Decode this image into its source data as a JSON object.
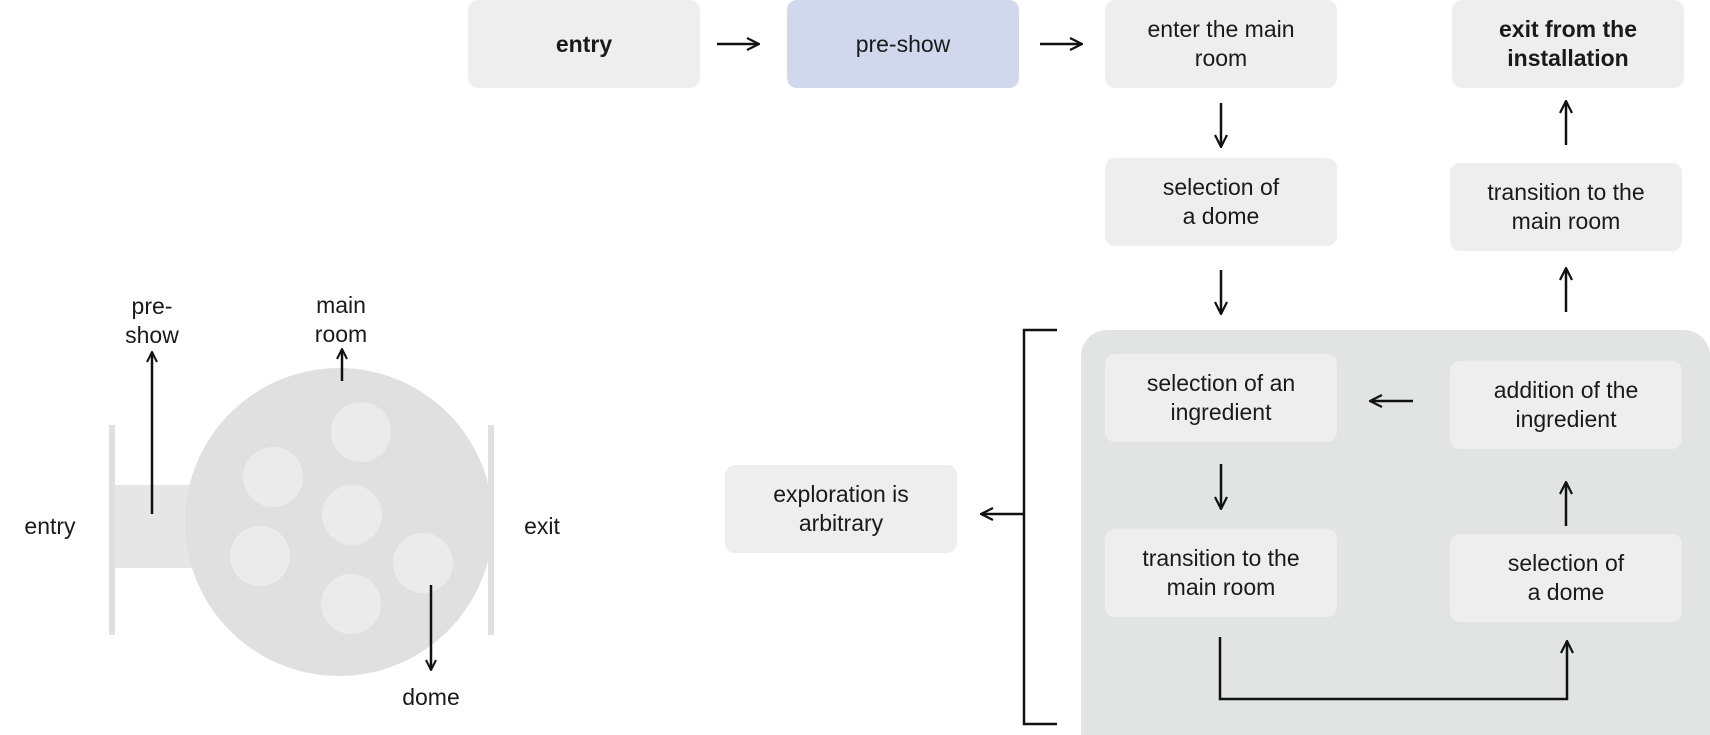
{
  "colors": {
    "box_fill": "#eeeeef",
    "highlight_fill": "#d1d8ee",
    "panel_fill": "#e2e3e3",
    "room_fill": "#e0e0e0",
    "dome_fill": "#ebebeb",
    "arrow_color": "#111111"
  },
  "map": {
    "entry": "entry",
    "exit": "exit",
    "preshow": "pre-\nshow",
    "main_room": "main\nroom",
    "dome": "dome"
  },
  "flow": {
    "entry": "entry",
    "pre_show": "pre-show",
    "enter_main_room": "enter the main\nroom",
    "exit_installation": "exit from the\ninstallation",
    "selection_dome_top": "selection of\na dome",
    "transition_right": "transition to the\nmain room",
    "selection_ingredient": "selection of an\ningredient",
    "addition_ingredient": "addition of the\ningredient",
    "transition_left": "transition to the\nmain room",
    "selection_dome_loop": "selection of\na dome",
    "exploration": "exploration is\narbitrary"
  }
}
